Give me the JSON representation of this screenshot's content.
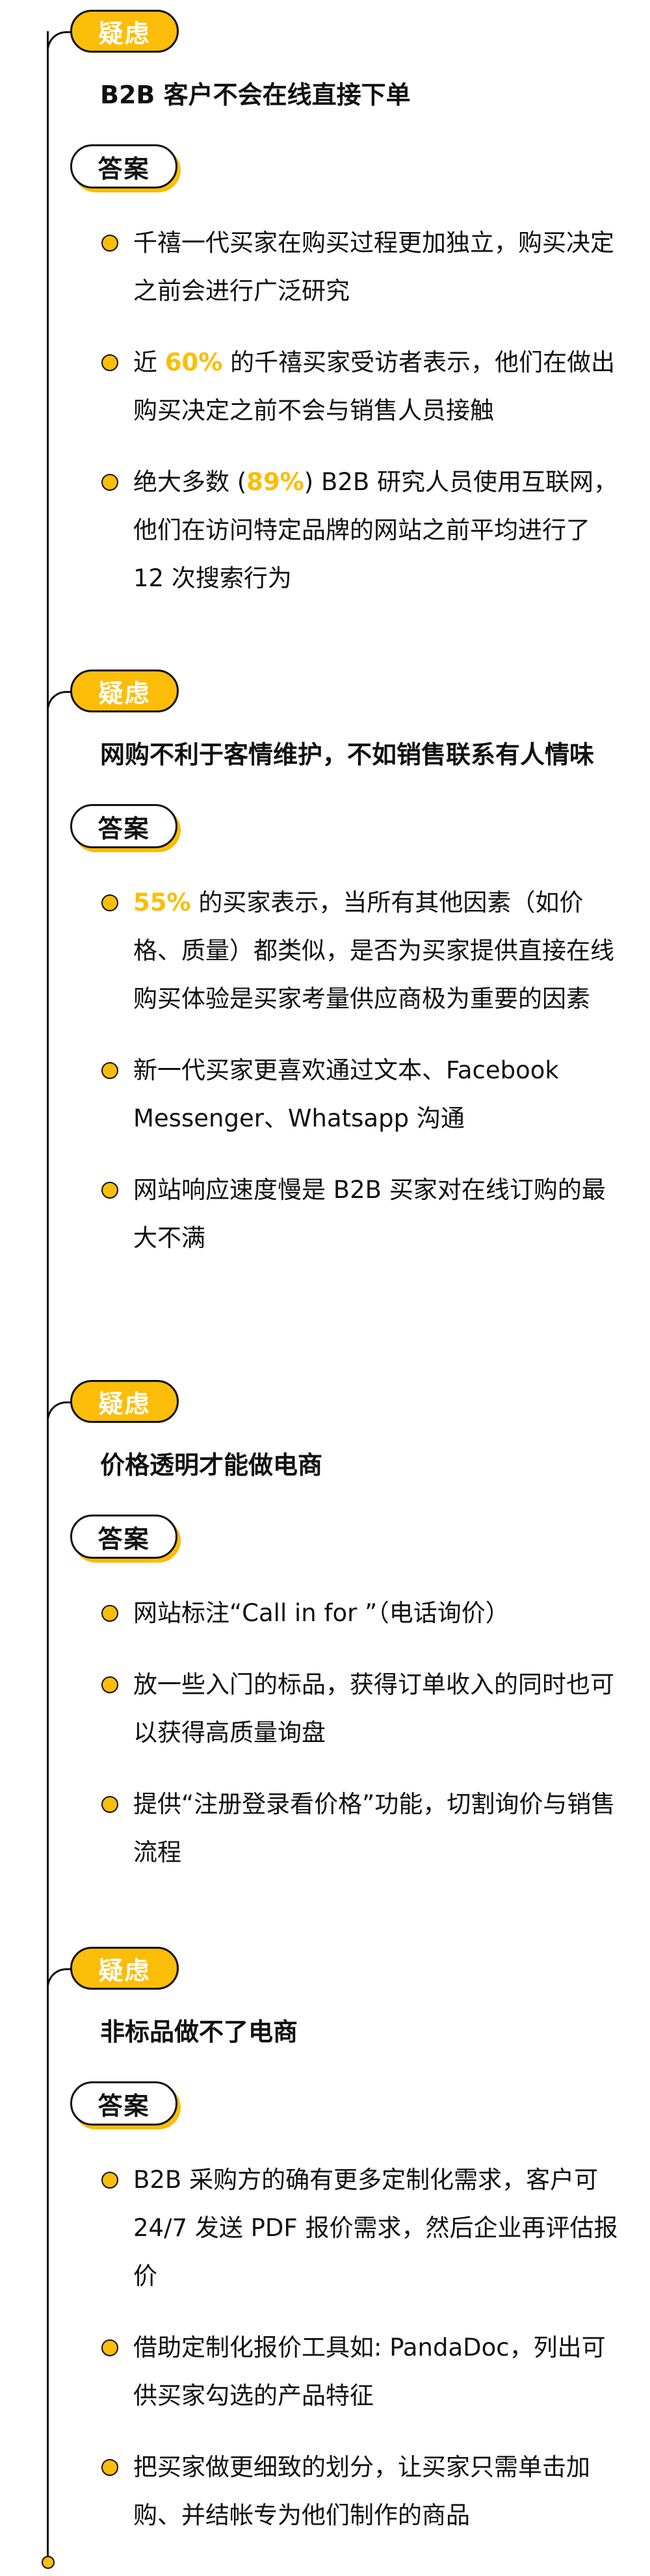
{
  "colors": {
    "accent": "#fbbd08",
    "line": "#111111",
    "text": "#111111"
  },
  "sections": [
    {
      "tag": "疑虑",
      "question": "B2B 客户不会在线直接下单",
      "answer_tag": "答案",
      "items": [
        {
          "pre": "",
          "highlight": "",
          "post": "千禧一代买家在购买过程更加独立，购买决定之前会进行广泛研究"
        },
        {
          "pre": "近 ",
          "highlight": "60%",
          "post": " 的千禧买家受访者表示，他们在做出购买决定之前不会与销售人员接触"
        },
        {
          "pre": "绝大多数 (",
          "highlight": "89%",
          "post": ") B2B 研究人员使用互联网，他们在访问特定品牌的网站之前平均进行了 12 次搜索行为"
        }
      ]
    },
    {
      "tag": "疑虑",
      "question": "网购不利于客情维护，不如销售联系有人情味",
      "answer_tag": "答案",
      "items": [
        {
          "pre": "",
          "highlight": "55%",
          "post": " 的买家表示，当所有其他因素（如价格、质量）都类似，是否为买家提供直接在线购买体验是买家考量供应商极为重要的因素"
        },
        {
          "pre": "",
          "highlight": "",
          "post": "新一代买家更喜欢通过文本、Facebook Messenger、Whatsapp 沟通"
        },
        {
          "pre": "",
          "highlight": "",
          "post": "网站响应速度慢是 B2B 买家对在线订购的最大不满"
        }
      ]
    },
    {
      "tag": "疑虑",
      "question": "价格透明才能做电商",
      "answer_tag": "答案",
      "items": [
        {
          "pre": "",
          "highlight": "",
          "post": "网站标注“Call in for ”（电话询价）"
        },
        {
          "pre": "",
          "highlight": "",
          "post": "放一些入门的标品，获得订单收入的同时也可以获得高质量询盘"
        },
        {
          "pre": "",
          "highlight": "",
          "post": "提供“注册登录看价格”功能，切割询价与销售流程"
        }
      ]
    },
    {
      "tag": "疑虑",
      "question": "非标品做不了电商",
      "answer_tag": "答案",
      "items": [
        {
          "pre": "",
          "highlight": "",
          "post": "B2B 采购方的确有更多定制化需求，客户可 24/7 发送 PDF 报价需求，然后企业再评估报价"
        },
        {
          "pre": "",
          "highlight": "",
          "post": "借助定制化报价工具如: PandaDoc，列出可供买家勾选的产品特征"
        },
        {
          "pre": "",
          "highlight": "",
          "post": "把买家做更细致的划分，让买家只需单击加购、并结帐专为他们制作的商品"
        }
      ]
    }
  ]
}
